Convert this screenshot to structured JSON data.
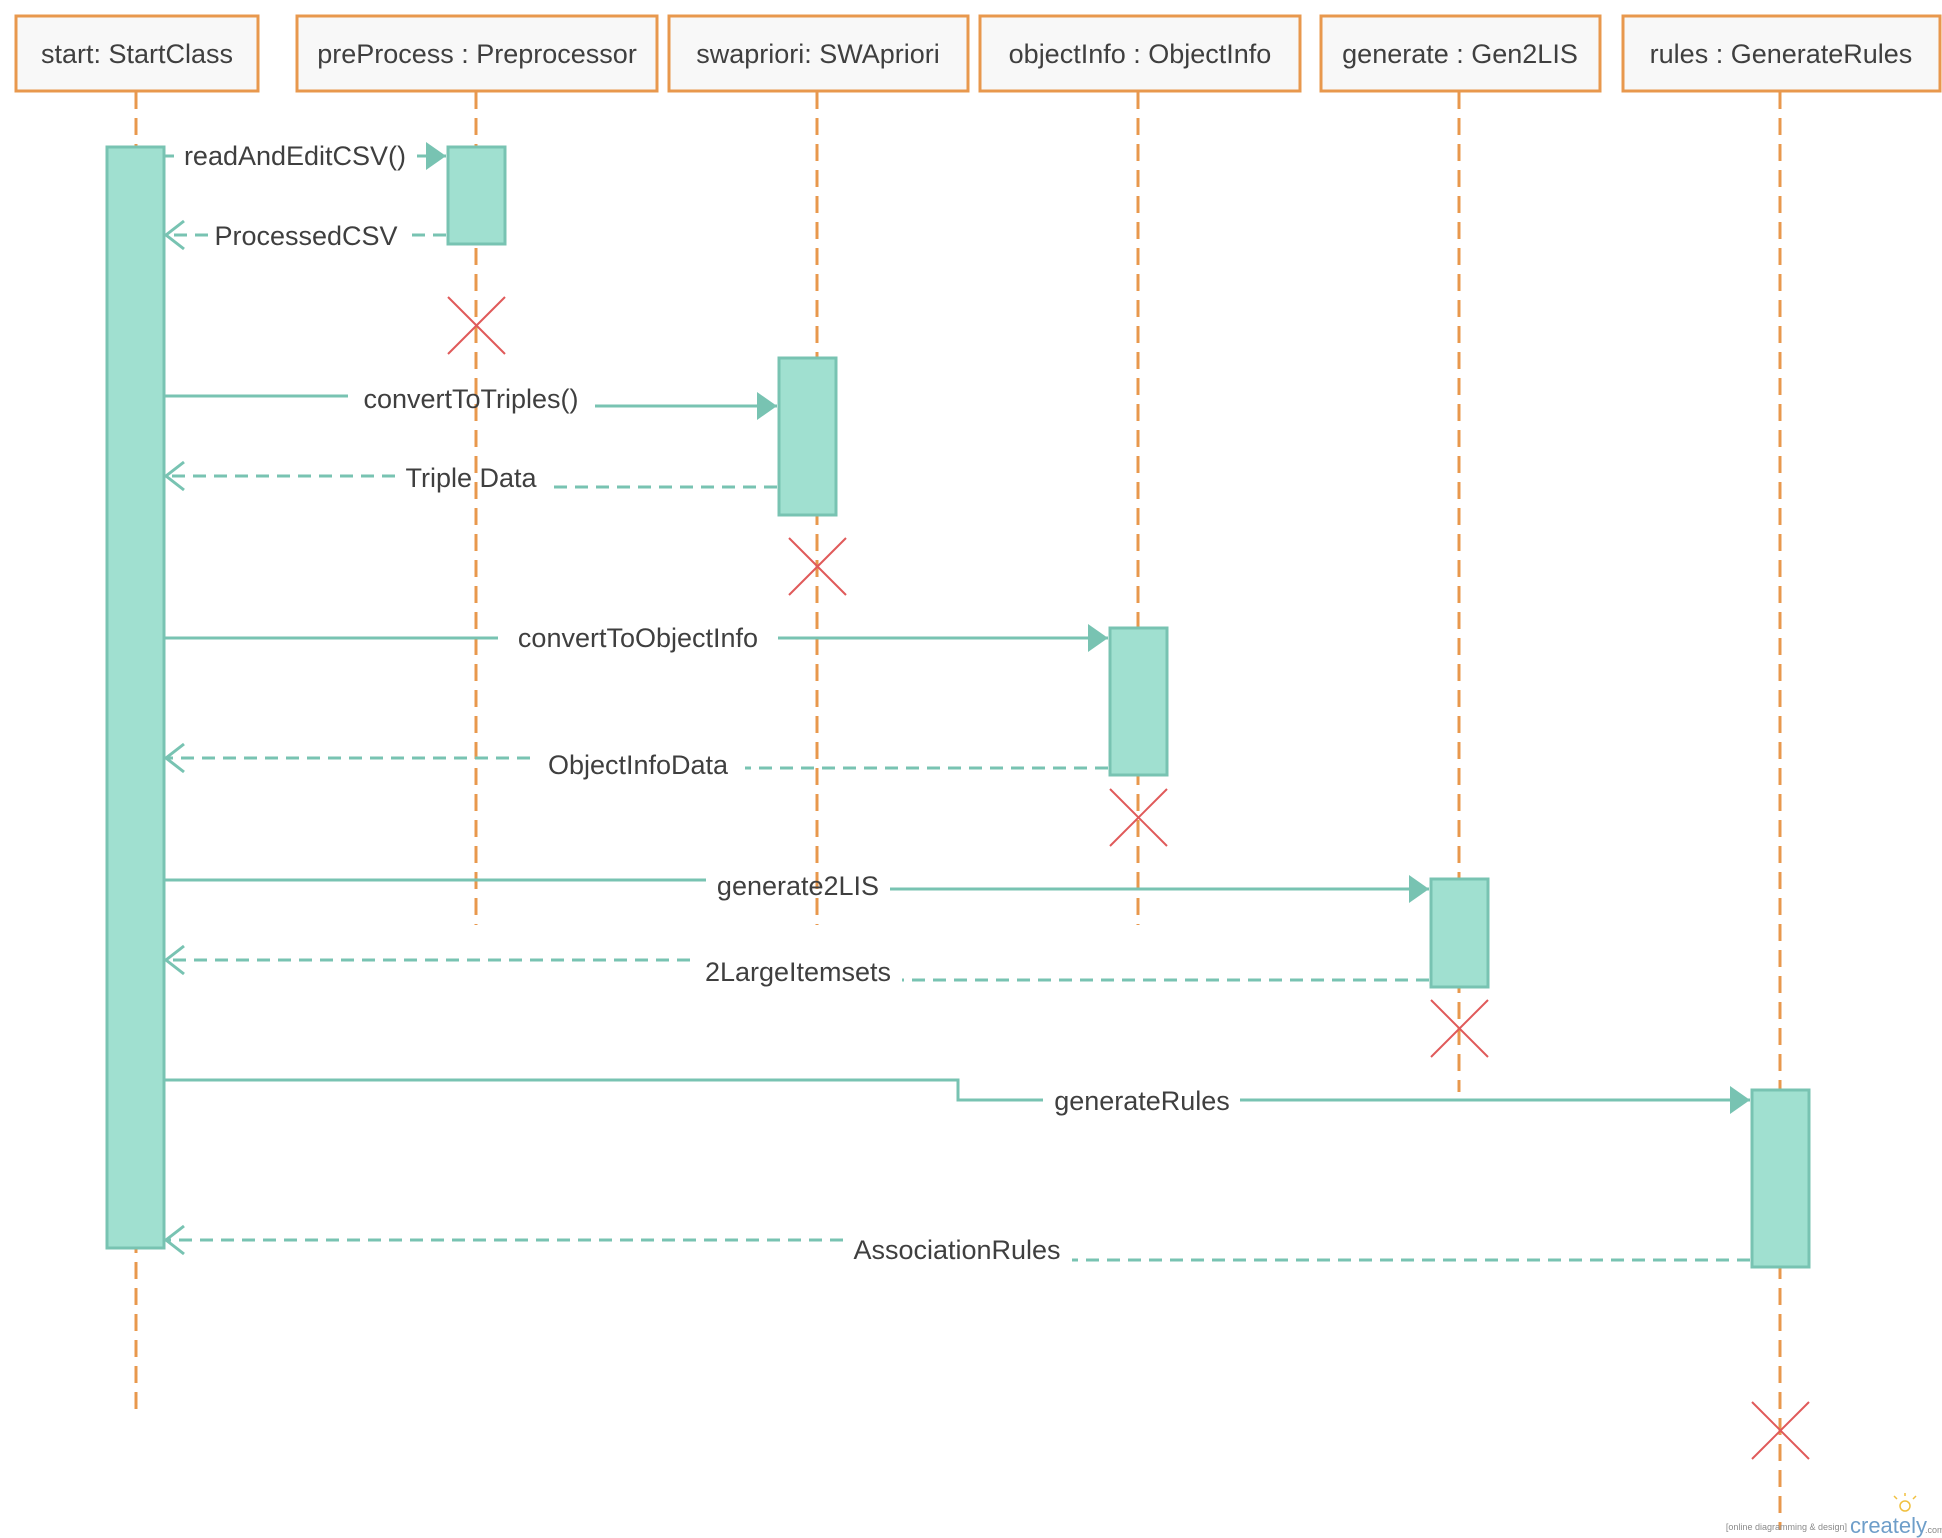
{
  "diagram": {
    "objects": [
      {
        "id": "start",
        "label": "start: StartClass"
      },
      {
        "id": "preProcess",
        "label": "preProcess : Preprocessor"
      },
      {
        "id": "swapriori",
        "label": "swapriori: SWApriori"
      },
      {
        "id": "objectInfo",
        "label": "objectInfo : ObjectInfo"
      },
      {
        "id": "generate",
        "label": "generate : Gen2LIS"
      },
      {
        "id": "rules",
        "label": "rules : GenerateRules"
      }
    ],
    "messages": [
      {
        "label": "readAndEditCSV()",
        "from": "start",
        "to": "preProcess",
        "kind": "call"
      },
      {
        "label": "ProcessedCSV",
        "from": "preProcess",
        "to": "start",
        "kind": "return"
      },
      {
        "label": "convertToTriples()",
        "from": "start",
        "to": "swapriori",
        "kind": "call"
      },
      {
        "label": "Triple Data",
        "from": "swapriori",
        "to": "start",
        "kind": "return"
      },
      {
        "label": "convertToObjectInfo",
        "from": "start",
        "to": "objectInfo",
        "kind": "call"
      },
      {
        "label": "ObjectInfoData",
        "from": "objectInfo",
        "to": "start",
        "kind": "return"
      },
      {
        "label": "generate2LIS",
        "from": "start",
        "to": "generate",
        "kind": "call"
      },
      {
        "label": "2LargeItemsets",
        "from": "generate",
        "to": "start",
        "kind": "return"
      },
      {
        "label": "generateRules",
        "from": "start",
        "to": "rules",
        "kind": "call"
      },
      {
        "label": "AssociationRules",
        "from": "rules",
        "to": "start",
        "kind": "return"
      }
    ],
    "destroyed": [
      "preProcess",
      "swapriori",
      "objectInfo",
      "generate",
      "rules"
    ]
  },
  "watermark": {
    "tagline": "[online diagramming & design]",
    "brand": "creately",
    "suffix": ".com"
  },
  "colors": {
    "object_border": "#e8984d",
    "object_fill": "#f8f8f8",
    "lifeline": "#e8984d",
    "activation_fill": "#a0e0d0",
    "activation_border": "#78c3b2",
    "message": "#78c3b2",
    "destroy": "#e05a5a",
    "text": "#3f3f3f"
  }
}
